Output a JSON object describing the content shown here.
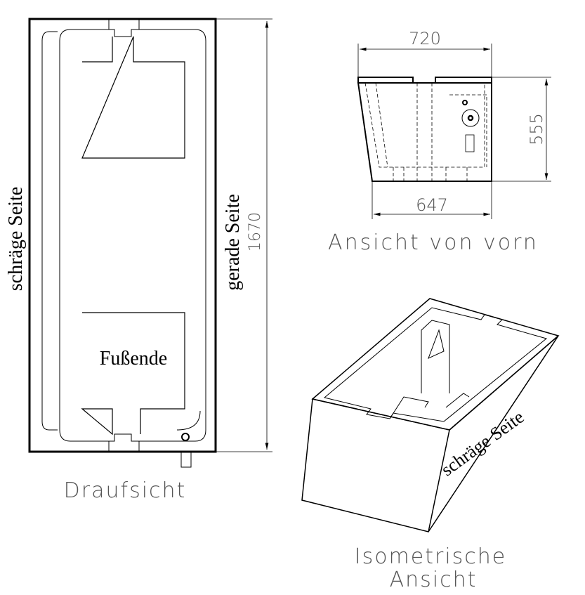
{
  "top_view": {
    "caption": "Draufsicht",
    "left_label": "schräge Seite",
    "right_label": "gerade Seite",
    "foot_label": "Fußende",
    "length_dim": "1670"
  },
  "front_view": {
    "caption": "Ansicht von vorn",
    "top_width_dim": "720",
    "bottom_width_dim": "647",
    "height_dim": "555"
  },
  "iso_view": {
    "caption_line1": "Isometrische",
    "caption_line2": "Ansicht",
    "side_label": "schräge Seite"
  }
}
